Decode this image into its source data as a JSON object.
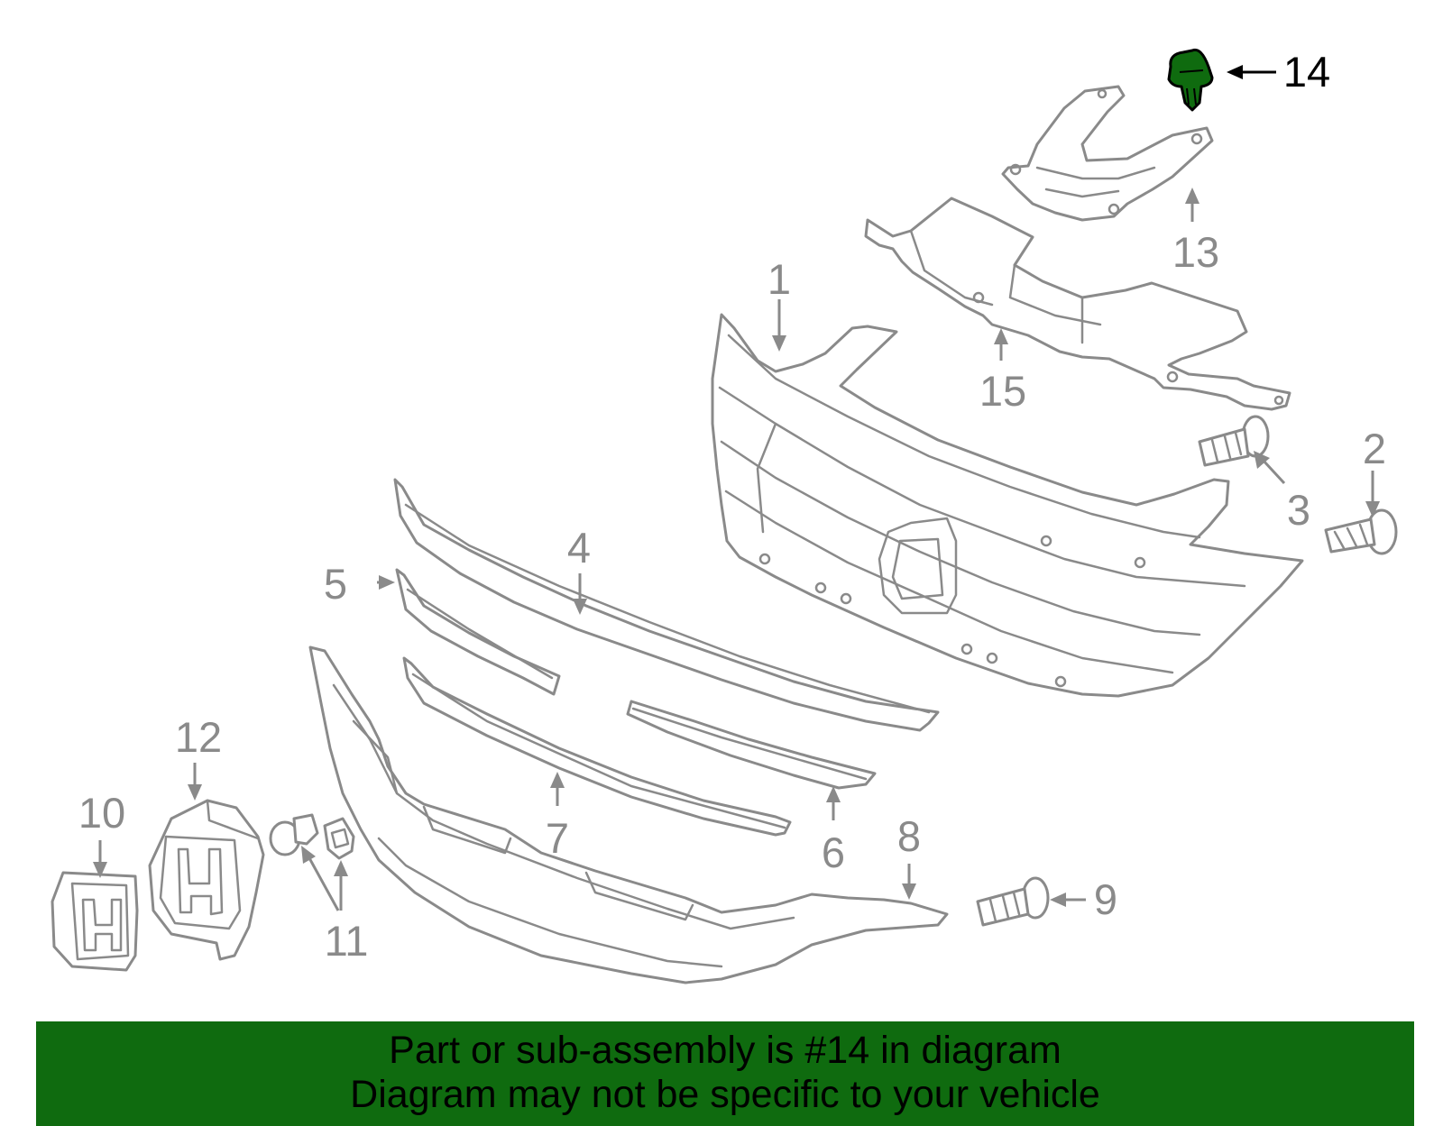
{
  "diagram": {
    "highlight_color": "#0f6b0f",
    "line_color": "#8a8a8a",
    "highlighted_callout": "14",
    "callouts": [
      {
        "id": "1",
        "label": "1"
      },
      {
        "id": "2",
        "label": "2"
      },
      {
        "id": "3",
        "label": "3"
      },
      {
        "id": "4",
        "label": "4"
      },
      {
        "id": "5",
        "label": "5"
      },
      {
        "id": "6",
        "label": "6"
      },
      {
        "id": "7",
        "label": "7"
      },
      {
        "id": "8",
        "label": "8"
      },
      {
        "id": "9",
        "label": "9"
      },
      {
        "id": "10",
        "label": "10"
      },
      {
        "id": "11",
        "label": "11"
      },
      {
        "id": "12",
        "label": "12"
      },
      {
        "id": "13",
        "label": "13"
      },
      {
        "id": "14",
        "label": "14"
      },
      {
        "id": "15",
        "label": "15"
      }
    ]
  },
  "banner": {
    "line1": "Part or sub-assembly is #14 in diagram",
    "line2": "Diagram may not be specific to your vehicle",
    "background": "#0f6b0f"
  }
}
